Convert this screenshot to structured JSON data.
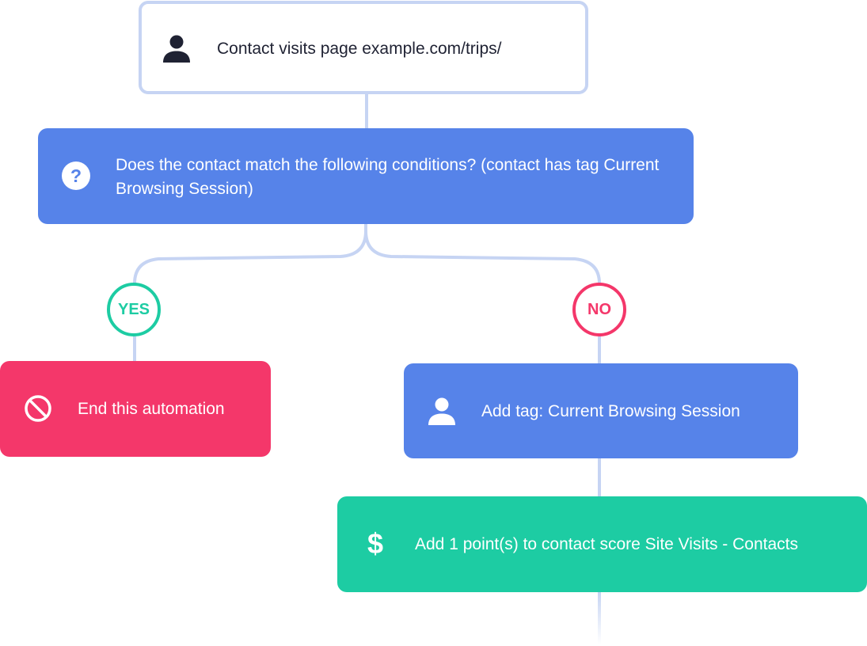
{
  "diagram": {
    "trigger": {
      "text": "Contact visits page example.com/trips/",
      "icon": "person-icon"
    },
    "condition": {
      "text": "Does the contact match the following conditions? (contact has tag Current Browsing Session)",
      "icon": "question-icon"
    },
    "branches": {
      "yes_label": "YES",
      "no_label": "NO"
    },
    "yes_action": {
      "text": "End this automation",
      "icon": "prohibited-icon"
    },
    "no_action": {
      "text": "Add tag: Current Browsing Session",
      "icon": "person-icon"
    },
    "score_action": {
      "text": "Add 1 point(s) to contact score Site Visits - Contacts",
      "icon": "dollar-icon"
    }
  },
  "colors": {
    "connector": "#c6d4f3",
    "blue_node": "#5683e9",
    "red_node": "#f4376a",
    "green_node": "#1dcca3",
    "trigger_border": "#c6d4f3",
    "trigger_text": "#1f2233"
  }
}
